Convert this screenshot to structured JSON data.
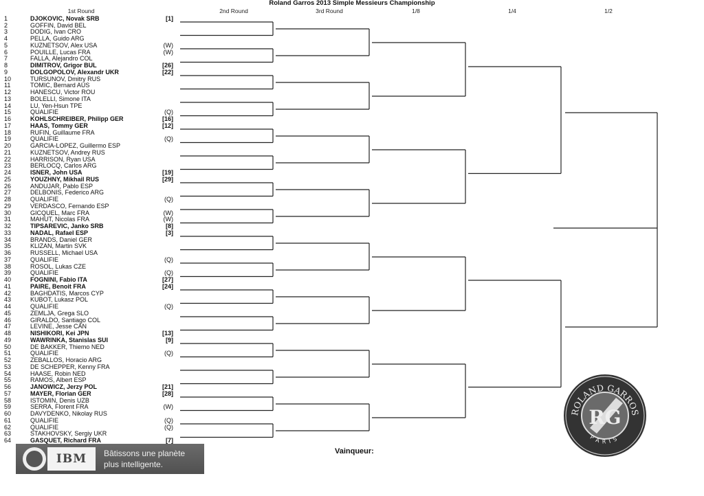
{
  "title": "Roland Garros 2013 Simple Messieurs Championship",
  "round_headers": [
    "1st Round",
    "2nd Round",
    "3rd Round",
    "1/8",
    "1/4",
    "1/2"
  ],
  "players": [
    {
      "num": "1",
      "name": "DJOKOVIC, Novak SRB",
      "seed": "[1]",
      "seeded": true
    },
    {
      "num": "2",
      "name": "GOFFIN, David BEL",
      "seed": "",
      "seeded": false
    },
    {
      "num": "3",
      "name": "DODIG, Ivan CRO",
      "seed": "",
      "seeded": false
    },
    {
      "num": "4",
      "name": "PELLA, Guido ARG",
      "seed": "",
      "seeded": false
    },
    {
      "num": "5",
      "name": "KUZNETSOV, Alex USA",
      "seed": "(W)",
      "seeded": false
    },
    {
      "num": "6",
      "name": "POUILLE, Lucas FRA",
      "seed": "(W)",
      "seeded": false
    },
    {
      "num": "7",
      "name": "FALLA, Alejandro COL",
      "seed": "",
      "seeded": false
    },
    {
      "num": "8",
      "name": "DIMITROV, Grigor BUL",
      "seed": "[26]",
      "seeded": true
    },
    {
      "num": "9",
      "name": "DOLGOPOLOV, Alexandr UKR",
      "seed": "[22]",
      "seeded": true
    },
    {
      "num": "10",
      "name": "TURSUNOV, Dmitry RUS",
      "seed": "",
      "seeded": false
    },
    {
      "num": "11",
      "name": "TOMIC, Bernard AUS",
      "seed": "",
      "seeded": false
    },
    {
      "num": "12",
      "name": "HANESCU, Victor ROU",
      "seed": "",
      "seeded": false
    },
    {
      "num": "13",
      "name": "BOLELLI, Simone ITA",
      "seed": "",
      "seeded": false
    },
    {
      "num": "14",
      "name": "LU, Yen-Hsun TPE",
      "seed": "",
      "seeded": false
    },
    {
      "num": "15",
      "name": "QUALIFIE",
      "seed": "(Q)",
      "seeded": false
    },
    {
      "num": "16",
      "name": "KOHLSCHREIBER, Philipp GER",
      "seed": "[16]",
      "seeded": true
    },
    {
      "num": "17",
      "name": "HAAS, Tommy GER",
      "seed": "[12]",
      "seeded": true
    },
    {
      "num": "18",
      "name": "RUFIN, Guillaume FRA",
      "seed": "",
      "seeded": false
    },
    {
      "num": "19",
      "name": "QUALIFIE",
      "seed": "(Q)",
      "seeded": false
    },
    {
      "num": "20",
      "name": "GARCIA-LOPEZ, Guillermo ESP",
      "seed": "",
      "seeded": false
    },
    {
      "num": "21",
      "name": "KUZNETSOV, Andrey RUS",
      "seed": "",
      "seeded": false
    },
    {
      "num": "22",
      "name": "HARRISON, Ryan USA",
      "seed": "",
      "seeded": false
    },
    {
      "num": "23",
      "name": "BERLOCQ, Carlos ARG",
      "seed": "",
      "seeded": false
    },
    {
      "num": "24",
      "name": "ISNER, John USA",
      "seed": "[19]",
      "seeded": true
    },
    {
      "num": "25",
      "name": "YOUZHNY, Mikhail RUS",
      "seed": "[29]",
      "seeded": true
    },
    {
      "num": "26",
      "name": "ANDUJAR, Pablo ESP",
      "seed": "",
      "seeded": false
    },
    {
      "num": "27",
      "name": "DELBONIS, Federico ARG",
      "seed": "",
      "seeded": false
    },
    {
      "num": "28",
      "name": "QUALIFIE",
      "seed": "(Q)",
      "seeded": false
    },
    {
      "num": "29",
      "name": "VERDASCO, Fernando ESP",
      "seed": "",
      "seeded": false
    },
    {
      "num": "30",
      "name": "GICQUEL, Marc FRA",
      "seed": "(W)",
      "seeded": false
    },
    {
      "num": "31",
      "name": "MAHUT, Nicolas FRA",
      "seed": "(W)",
      "seeded": false
    },
    {
      "num": "32",
      "name": "TIPSAREVIC, Janko SRB",
      "seed": "[8]",
      "seeded": true
    },
    {
      "num": "33",
      "name": "NADAL, Rafael ESP",
      "seed": "[3]",
      "seeded": true
    },
    {
      "num": "34",
      "name": "BRANDS, Daniel GER",
      "seed": "",
      "seeded": false
    },
    {
      "num": "35",
      "name": "KLIZAN, Martin SVK",
      "seed": "",
      "seeded": false
    },
    {
      "num": "36",
      "name": "RUSSELL, Michael USA",
      "seed": "",
      "seeded": false
    },
    {
      "num": "37",
      "name": "QUALIFIE",
      "seed": "(Q)",
      "seeded": false
    },
    {
      "num": "38",
      "name": "ROSOL, Lukas CZE",
      "seed": "",
      "seeded": false
    },
    {
      "num": "39",
      "name": "QUALIFIE",
      "seed": "(Q)",
      "seeded": false
    },
    {
      "num": "40",
      "name": "FOGNINI, Fabio ITA",
      "seed": "[27]",
      "seeded": true
    },
    {
      "num": "41",
      "name": "PAIRE, Benoit FRA",
      "seed": "[24]",
      "seeded": true
    },
    {
      "num": "42",
      "name": "BAGHDATIS, Marcos CYP",
      "seed": "",
      "seeded": false
    },
    {
      "num": "43",
      "name": "KUBOT, Lukasz POL",
      "seed": "",
      "seeded": false
    },
    {
      "num": "44",
      "name": "QUALIFIE",
      "seed": "(Q)",
      "seeded": false
    },
    {
      "num": "45",
      "name": "ZEMLJA, Grega SLO",
      "seed": "",
      "seeded": false
    },
    {
      "num": "46",
      "name": "GIRALDO, Santiago COL",
      "seed": "",
      "seeded": false
    },
    {
      "num": "47",
      "name": "LEVINE, Jesse CAN",
      "seed": "",
      "seeded": false
    },
    {
      "num": "48",
      "name": "NISHIKORI, Kei JPN",
      "seed": "[13]",
      "seeded": true
    },
    {
      "num": "49",
      "name": "WAWRINKA, Stanislas SUI",
      "seed": "[9]",
      "seeded": true
    },
    {
      "num": "50",
      "name": "DE BAKKER, Thiemo NED",
      "seed": "",
      "seeded": false
    },
    {
      "num": "51",
      "name": "QUALIFIE",
      "seed": "(Q)",
      "seeded": false
    },
    {
      "num": "52",
      "name": "ZEBALLOS, Horacio ARG",
      "seed": "",
      "seeded": false
    },
    {
      "num": "53",
      "name": "DE SCHEPPER, Kenny FRA",
      "seed": "",
      "seeded": false
    },
    {
      "num": "54",
      "name": "HAASE, Robin NED",
      "seed": "",
      "seeded": false
    },
    {
      "num": "55",
      "name": "RAMOS, Albert ESP",
      "seed": "",
      "seeded": false
    },
    {
      "num": "56",
      "name": "JANOWICZ, Jerzy POL",
      "seed": "[21]",
      "seeded": true
    },
    {
      "num": "57",
      "name": "MAYER, Florian GER",
      "seed": "[28]",
      "seeded": true
    },
    {
      "num": "58",
      "name": "ISTOMIN, Denis UZB",
      "seed": "",
      "seeded": false
    },
    {
      "num": "59",
      "name": "SERRA, Florent FRA",
      "seed": "(W)",
      "seeded": false
    },
    {
      "num": "60",
      "name": "DAVYDENKO, Nikolay RUS",
      "seed": "",
      "seeded": false
    },
    {
      "num": "61",
      "name": "QUALIFIE",
      "seed": "(Q)",
      "seeded": false
    },
    {
      "num": "62",
      "name": "QUALIFIE",
      "seed": "(Q)",
      "seeded": false
    },
    {
      "num": "63",
      "name": "STAKHOVSKY, Sergiy UKR",
      "seed": "",
      "seeded": false
    },
    {
      "num": "64",
      "name": "GASQUET, Richard FRA",
      "seed": "[7]",
      "seeded": true
    }
  ],
  "winner_label": "Vainqueur:",
  "sponsor": {
    "brand": "IBM",
    "tagline_1": "Bâtissons une planète",
    "tagline_2": "plus intelligente."
  },
  "logo": {
    "top_text": "ROLAND GARROS",
    "bottom_text": "PARIS",
    "monogram": "RG"
  }
}
